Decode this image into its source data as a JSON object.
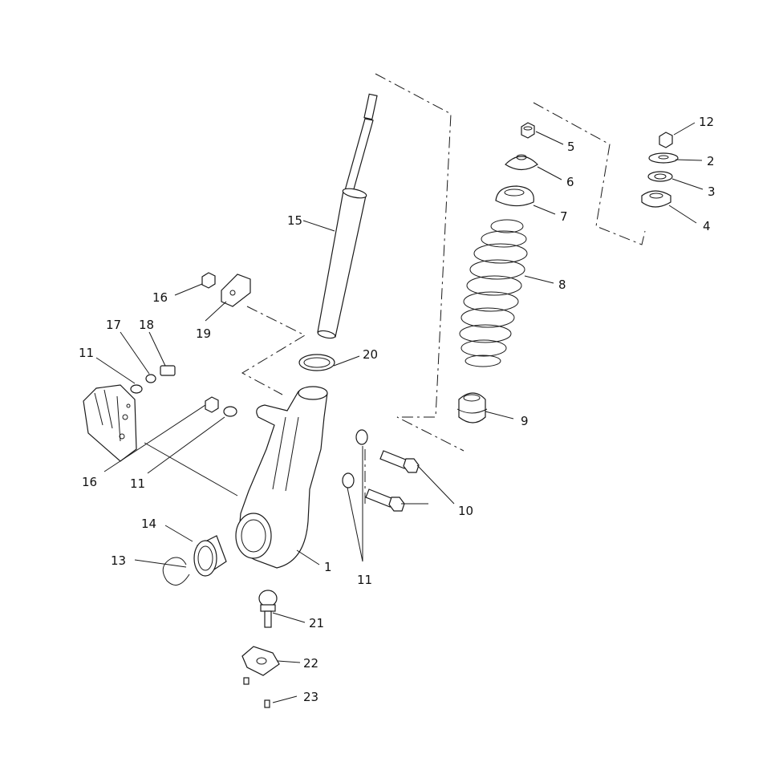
{
  "callouts": [
    {
      "id": "1",
      "label": "1"
    },
    {
      "id": "2",
      "label": "2"
    },
    {
      "id": "3",
      "label": "3"
    },
    {
      "id": "4",
      "label": "4"
    },
    {
      "id": "5",
      "label": "5"
    },
    {
      "id": "6",
      "label": "6"
    },
    {
      "id": "7",
      "label": "7"
    },
    {
      "id": "8",
      "label": "8"
    },
    {
      "id": "9",
      "label": "9"
    },
    {
      "id": "10",
      "label": "10"
    },
    {
      "id": "11a",
      "label": "11"
    },
    {
      "id": "11b",
      "label": "11"
    },
    {
      "id": "11c",
      "label": "11"
    },
    {
      "id": "12",
      "label": "12"
    },
    {
      "id": "13",
      "label": "13"
    },
    {
      "id": "14",
      "label": "14"
    },
    {
      "id": "15",
      "label": "15"
    },
    {
      "id": "16a",
      "label": "16"
    },
    {
      "id": "16b",
      "label": "16"
    },
    {
      "id": "17",
      "label": "17"
    },
    {
      "id": "18",
      "label": "18"
    },
    {
      "id": "19",
      "label": "19"
    },
    {
      "id": "20",
      "label": "20"
    },
    {
      "id": "21",
      "label": "21"
    },
    {
      "id": "22",
      "label": "22"
    },
    {
      "id": "23",
      "label": "23"
    }
  ]
}
